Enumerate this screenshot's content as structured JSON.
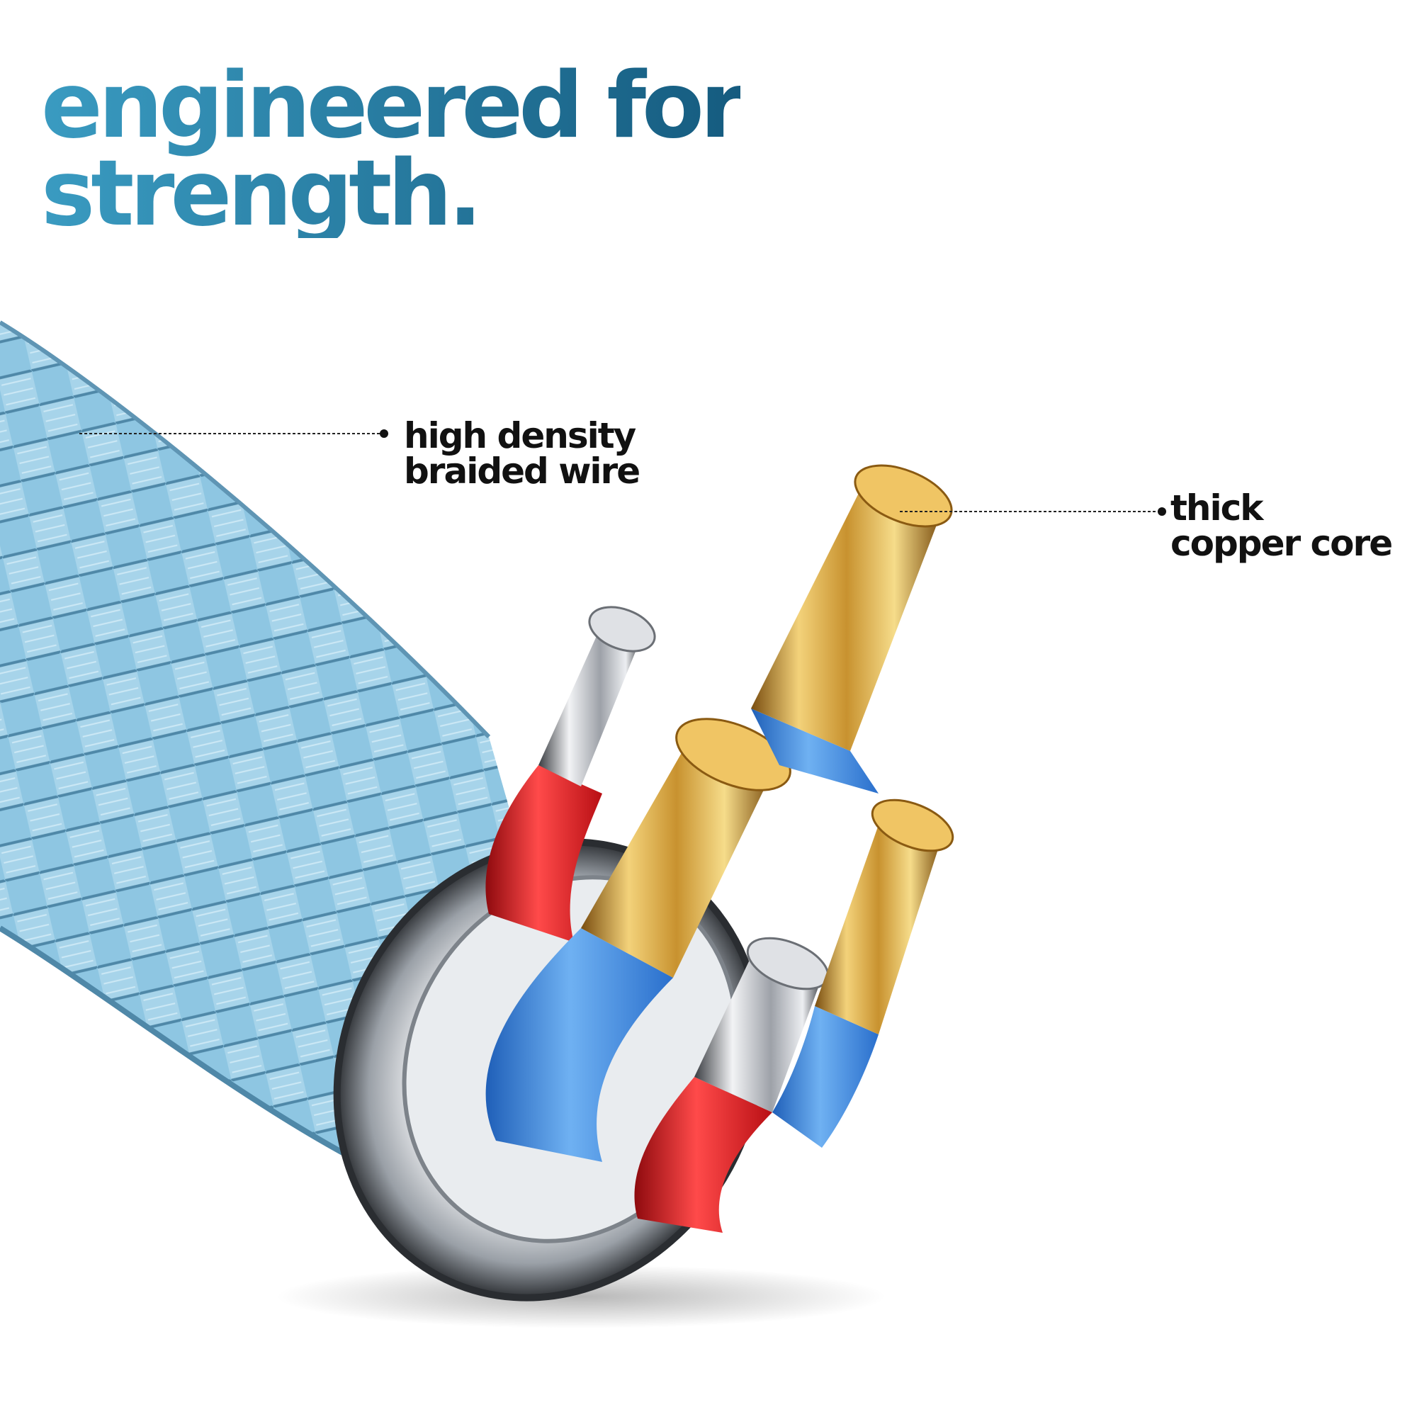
{
  "headline": {
    "line1": "engineered for",
    "line2": "strength.",
    "color_light": "#3a9bc1",
    "color_dark": "#155b7f"
  },
  "callouts": [
    {
      "line1": "high density",
      "line2": "braided wire"
    },
    {
      "line1": "thick",
      "line2": "copper core"
    }
  ],
  "colors": {
    "braid": "#8ec6e2",
    "braid_dark": "#4f88a8",
    "insulation_blue": "#3f8fe0",
    "insulation_red": "#d4141a",
    "copper": "#d9a43a",
    "tinned": "#b9bcc2",
    "ring": "#cfd3d8"
  }
}
